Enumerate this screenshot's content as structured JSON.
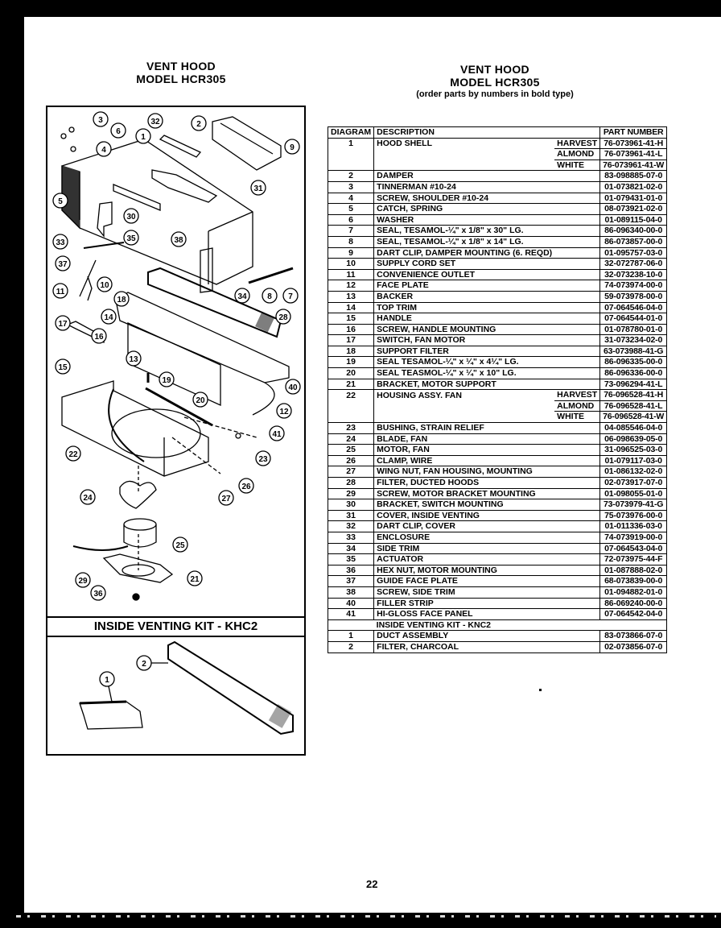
{
  "left_header": {
    "line1": "VENT HOOD",
    "line2": "MODEL HCR305"
  },
  "right_header": {
    "line1": "VENT HOOD",
    "line2": "MODEL HCR305",
    "note": "(order parts by numbers in bold type)"
  },
  "diagram": {
    "callouts": [
      "1",
      "2",
      "3",
      "4",
      "5",
      "6",
      "7",
      "8",
      "9",
      "10",
      "11",
      "12",
      "13",
      "14",
      "15",
      "16",
      "17",
      "18",
      "19",
      "20",
      "21",
      "22",
      "23",
      "24",
      "25",
      "26",
      "27",
      "28",
      "29",
      "30",
      "31",
      "32",
      "33",
      "34",
      "35",
      "36",
      "37",
      "38",
      "40",
      "41"
    ],
    "kit_title": "INSIDE VENTING KIT - KHC2",
    "kit_callouts": [
      "1",
      "2"
    ]
  },
  "table": {
    "headers": {
      "diagram": "DIAGRAM",
      "description": "DESCRIPTION",
      "part_number": "PART NUMBER"
    },
    "rows": [
      {
        "diagram": "1",
        "description": "HOOD SHELL",
        "variant": "HARVEST",
        "part": "76-073961-41-H"
      },
      {
        "diagram": "",
        "description": "",
        "variant": "ALMOND",
        "part": "76-073961-41-L"
      },
      {
        "diagram": "",
        "description": "",
        "variant": "WHITE",
        "part": "76-073961-41-W"
      },
      {
        "diagram": "2",
        "description": "DAMPER",
        "variant": "",
        "part": "83-098885-07-0"
      },
      {
        "diagram": "3",
        "description": "TINNERMAN #10-24",
        "variant": "",
        "part": "01-073821-02-0"
      },
      {
        "diagram": "4",
        "description": "SCREW, SHOULDER #10-24",
        "variant": "",
        "part": "01-079431-01-0"
      },
      {
        "diagram": "5",
        "description": "CATCH, SPRING",
        "variant": "",
        "part": "08-073921-02-0"
      },
      {
        "diagram": "6",
        "description": "WASHER",
        "variant": "",
        "part": "01-089115-04-0"
      },
      {
        "diagram": "7",
        "description": "SEAL, TESAMOL-¼\" x 1/8\" x 30\" LG.",
        "variant": "",
        "part": "86-096340-00-0"
      },
      {
        "diagram": "8",
        "description": "SEAL, TESAMOL-¼\" x 1/8\" x 14\" LG.",
        "variant": "",
        "part": "86-073857-00-0"
      },
      {
        "diagram": "9",
        "description": "DART CLIP, DAMPER MOUNTING (6. REQD)",
        "variant": "",
        "part": "01-095757-03-0"
      },
      {
        "diagram": "10",
        "description": "SUPPLY CORD SET",
        "variant": "",
        "part": "32-072787-06-0"
      },
      {
        "diagram": "11",
        "description": "CONVENIENCE OUTLET",
        "variant": "",
        "part": "32-073238-10-0"
      },
      {
        "diagram": "12",
        "description": "FACE PLATE",
        "variant": "",
        "part": "74-073974-00-0"
      },
      {
        "diagram": "13",
        "description": "BACKER",
        "variant": "",
        "part": "59-073978-00-0"
      },
      {
        "diagram": "14",
        "description": "TOP TRIM",
        "variant": "",
        "part": "07-064546-04-0"
      },
      {
        "diagram": "15",
        "description": "HANDLE",
        "variant": "",
        "part": "07-064544-01-0"
      },
      {
        "diagram": "16",
        "description": "SCREW, HANDLE MOUNTING",
        "variant": "",
        "part": "01-078780-01-0"
      },
      {
        "diagram": "17",
        "description": "SWITCH, FAN MOTOR",
        "variant": "",
        "part": "31-073234-02-0"
      },
      {
        "diagram": "18",
        "description": "SUPPORT FILTER",
        "variant": "",
        "part": "63-073988-41-G"
      },
      {
        "diagram": "19",
        "description": "SEAL TESAMOL-¼\" x ¼\" x 4¼\" LG.",
        "variant": "",
        "part": "86-096335-00-0"
      },
      {
        "diagram": "20",
        "description": "SEAL TEASMOL-¼\" x ¼\" x 10\" LG.",
        "variant": "",
        "part": "86-096336-00-0"
      },
      {
        "diagram": "21",
        "description": "BRACKET, MOTOR SUPPORT",
        "variant": "",
        "part": "73-096294-41-L"
      },
      {
        "diagram": "22",
        "description": "HOUSING ASSY. FAN",
        "variant": "HARVEST",
        "part": "76-096528-41-H"
      },
      {
        "diagram": "",
        "description": "",
        "variant": "ALMOND",
        "part": "76-096528-41-L"
      },
      {
        "diagram": "",
        "description": "",
        "variant": "WHITE",
        "part": "76-096528-41-W"
      },
      {
        "diagram": "23",
        "description": "BUSHING, STRAIN RELIEF",
        "variant": "",
        "part": "04-085546-04-0"
      },
      {
        "diagram": "24",
        "description": "BLADE, FAN",
        "variant": "",
        "part": "06-098639-05-0"
      },
      {
        "diagram": "25",
        "description": "MOTOR, FAN",
        "variant": "",
        "part": "31-096525-03-0"
      },
      {
        "diagram": "26",
        "description": "CLAMP, WIRE",
        "variant": "",
        "part": "01-079117-03-0"
      },
      {
        "diagram": "27",
        "description": "WING NUT, FAN HOUSING, MOUNTING",
        "variant": "",
        "part": "01-086132-02-0"
      },
      {
        "diagram": "28",
        "description": "FILTER, DUCTED HOODS",
        "variant": "",
        "part": "02-073917-07-0"
      },
      {
        "diagram": "29",
        "description": "SCREW, MOTOR BRACKET MOUNTING",
        "variant": "",
        "part": "01-098055-01-0"
      },
      {
        "diagram": "30",
        "description": "BRACKET, SWITCH MOUNTING",
        "variant": "",
        "part": "73-073979-41-G"
      },
      {
        "diagram": "31",
        "description": "COVER, INSIDE VENTING",
        "variant": "",
        "part": "75-073976-00-0"
      },
      {
        "diagram": "32",
        "description": "DART CLIP, COVER",
        "variant": "",
        "part": "01-011336-03-0"
      },
      {
        "diagram": "33",
        "description": "ENCLOSURE",
        "variant": "",
        "part": "74-073919-00-0"
      },
      {
        "diagram": "34",
        "description": "SIDE TRIM",
        "variant": "",
        "part": "07-064543-04-0"
      },
      {
        "diagram": "35",
        "description": "ACTUATOR",
        "variant": "",
        "part": "72-073975-44-F"
      },
      {
        "diagram": "36",
        "description": "HEX NUT, MOTOR MOUNTING",
        "variant": "",
        "part": "01-087888-02-0"
      },
      {
        "diagram": "37",
        "description": "GUIDE FACE PLATE",
        "variant": "",
        "part": "68-073839-00-0"
      },
      {
        "diagram": "38",
        "description": "SCREW, SIDE TRIM",
        "variant": "",
        "part": "01-094882-01-0"
      },
      {
        "diagram": "40",
        "description": "FILLER STRIP",
        "variant": "",
        "part": "86-069240-00-0"
      },
      {
        "diagram": "41",
        "description": "HI-GLOSS FACE PANEL",
        "variant": "",
        "part": "07-064542-04-0"
      }
    ],
    "kit_heading": "INSIDE VENTING KIT - KNC2",
    "kit_rows": [
      {
        "diagram": "1",
        "description": "DUCT ASSEMBLY",
        "part": "83-073866-07-0"
      },
      {
        "diagram": "2",
        "description": "FILTER, CHARCOAL",
        "part": "02-073856-07-0"
      }
    ]
  },
  "footer": {
    "page_number": "22"
  }
}
